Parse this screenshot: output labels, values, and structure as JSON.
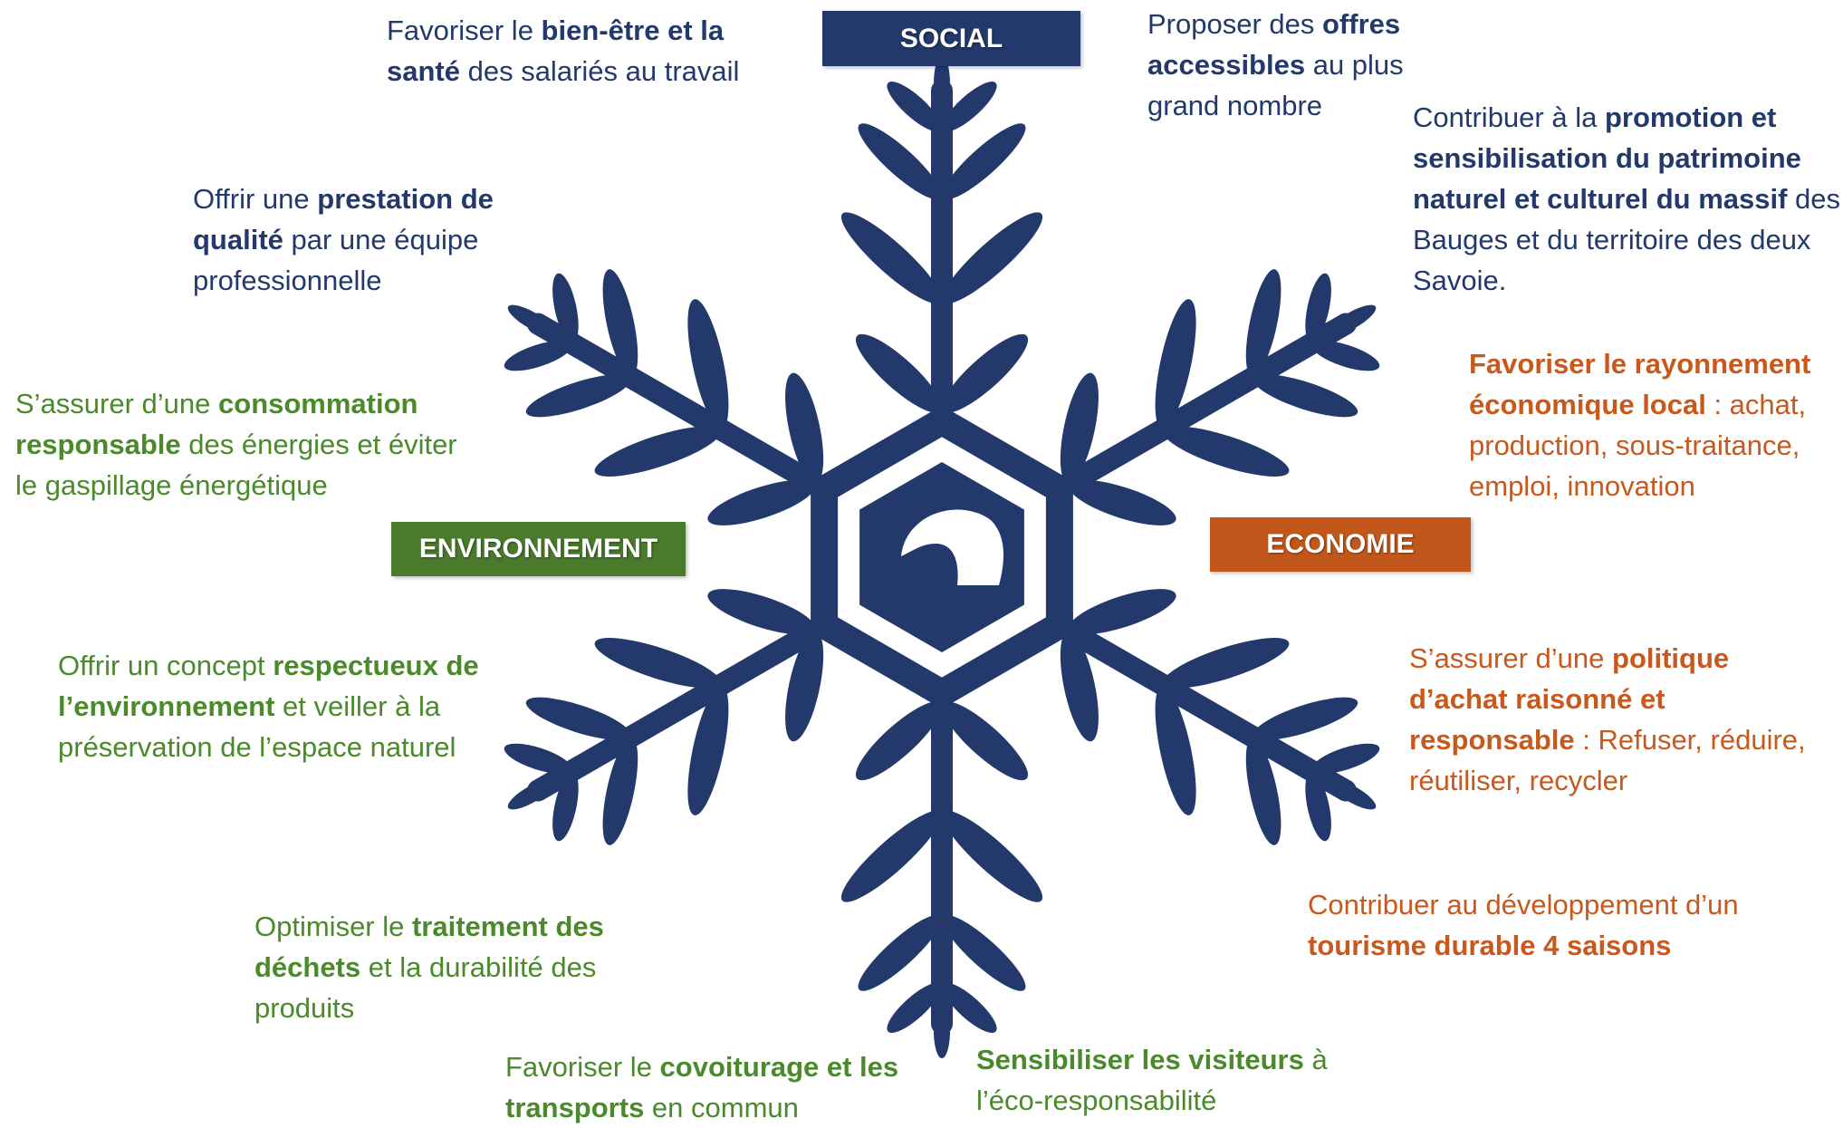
{
  "colors": {
    "social": "#23396b",
    "environment": "#4a7a2c",
    "economy": "#c2571c",
    "snowflake": "#23396b",
    "logo": "#ffffff"
  },
  "pillars": {
    "social": "SOCIAL",
    "environment": "ENVIRONNEMENT",
    "economy": "ECONOMIE"
  },
  "social_items": [
    {
      "parts": [
        "Favoriser le ",
        "bien-être et la santé",
        " des salariés au travail"
      ]
    },
    {
      "parts": [
        "Offrir une ",
        "prestation de qualité",
        " par une équipe professionnelle"
      ]
    },
    {
      "parts": [
        "Proposer des ",
        "offres accessibles",
        " au plus grand nombre"
      ]
    },
    {
      "parts": [
        "Contribuer à la ",
        "promotion et sensibilisation du patrimoine naturel et culturel du massif",
        " des Bauges et du territoire des deux Savoie."
      ]
    }
  ],
  "environment_items": [
    {
      "parts": [
        "S’assurer d’une ",
        "consommation responsable",
        " des énergies et éviter le gaspillage énergétique"
      ]
    },
    {
      "parts": [
        "Offrir un concept ",
        "respectueux de l’environnement",
        " et veiller à la préservation de l’espace naturel"
      ]
    },
    {
      "parts": [
        "Optimiser le ",
        "traitement des déchets",
        " et la durabilité des produits"
      ]
    },
    {
      "parts": [
        "Favoriser le ",
        "covoiturage et les transports",
        " en commun"
      ]
    },
    {
      "parts": [
        "",
        "Sensibiliser les visiteurs",
        " à l’éco-responsabilité"
      ]
    }
  ],
  "economy_items": [
    {
      "parts": [
        "",
        "Favoriser le rayonnement économique local",
        " : achat, production, sous-traitance, emploi, innovation"
      ]
    },
    {
      "parts": [
        "S’assurer d’une ",
        "politique d’achat raisonné et responsable",
        " : Refuser, réduire, réutiliser, recycler"
      ]
    },
    {
      "parts": [
        "Contribuer au développement d’un ",
        "tourisme durable 4 saisons",
        ""
      ]
    }
  ],
  "logo_icon": "wave-icon"
}
